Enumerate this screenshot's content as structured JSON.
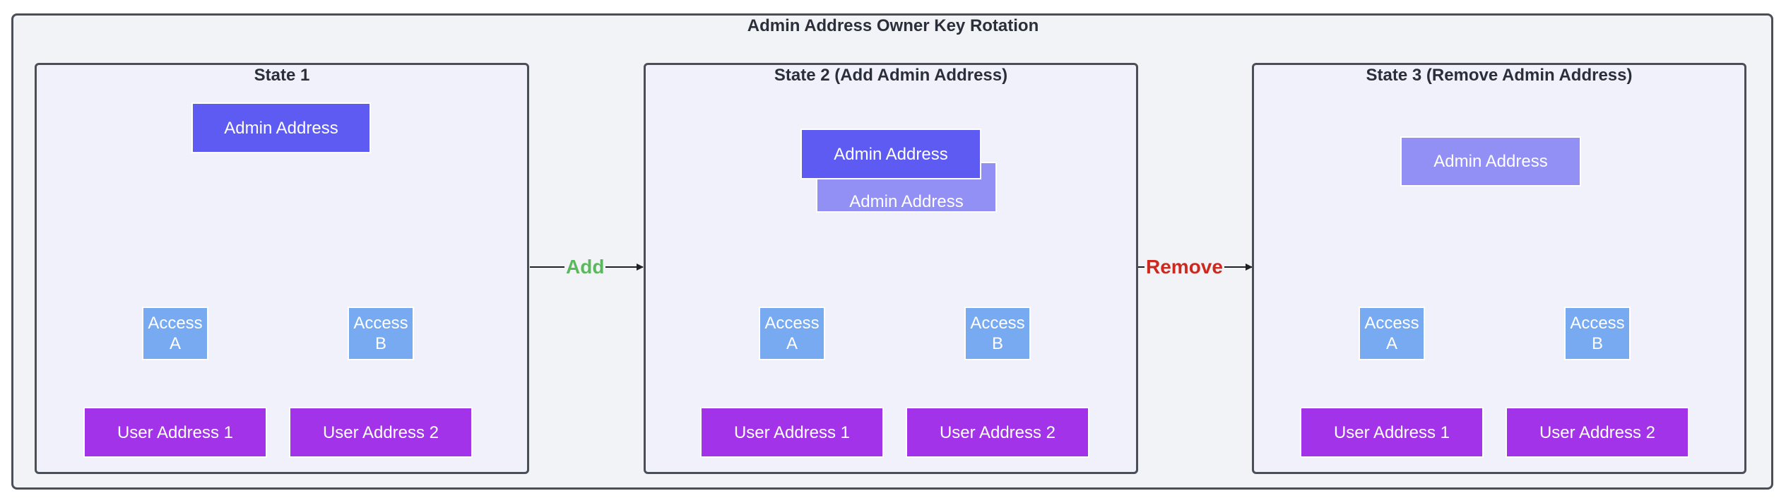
{
  "diagram": {
    "title": "Admin Address Owner Key Rotation",
    "states": [
      {
        "title": "State 1",
        "admin": [
          "Admin Address"
        ],
        "access": [
          [
            "Access",
            "A"
          ],
          [
            "Access",
            "B"
          ]
        ],
        "users": [
          "User Address 1",
          "User Address 2"
        ]
      },
      {
        "title": "State 2 (Add Admin Address)",
        "admin": [
          "Admin Address",
          "Admin Address"
        ],
        "access": [
          [
            "Access",
            "A"
          ],
          [
            "Access",
            "B"
          ]
        ],
        "users": [
          "User Address 1",
          "User Address 2"
        ]
      },
      {
        "title": "State 3 (Remove Admin Address)",
        "admin": [
          "Admin Address"
        ],
        "access": [
          [
            "Access",
            "A"
          ],
          [
            "Access",
            "B"
          ]
        ],
        "users": [
          "User Address 1",
          "User Address 2"
        ]
      }
    ],
    "transitions": [
      {
        "label": "Add",
        "color": "#5cb85c"
      },
      {
        "label": "Remove",
        "color": "#cc2a1f"
      }
    ],
    "colors": {
      "admin": "#5d5bf2",
      "admin_faded": "#928ff5",
      "access": "#78aaf2",
      "user": "#a233e8",
      "connector": "#1f2125"
    }
  }
}
